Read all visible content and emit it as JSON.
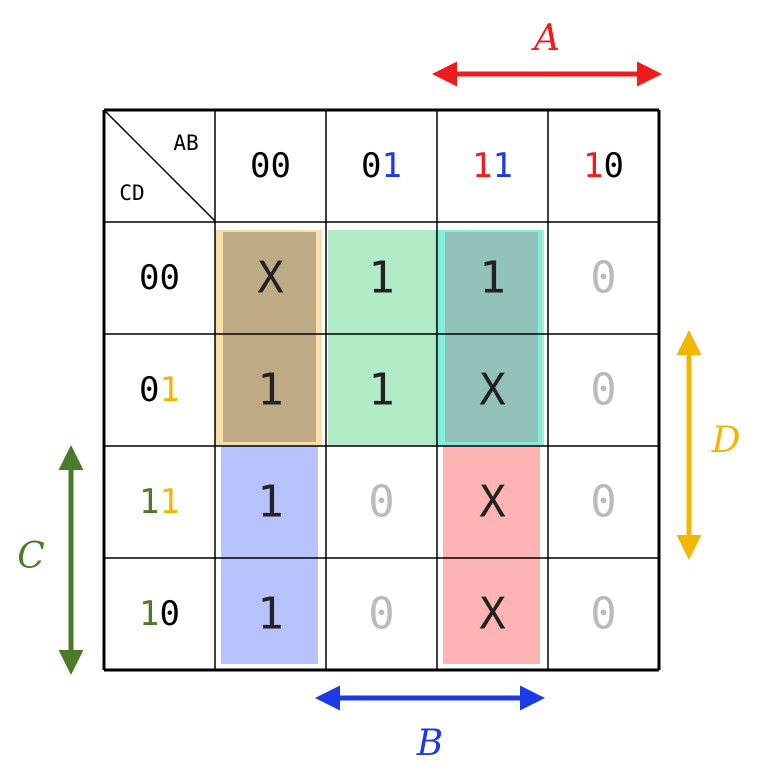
{
  "colors": {
    "A": "#ee1c1c",
    "B": "#1c3be6",
    "C": "#4a7a2a",
    "D": "#f2b705",
    "zero": "#bbbbbb",
    "grid": "#000000"
  },
  "corner": {
    "ab": "AB",
    "cd": "CD"
  },
  "col_headers": [
    {
      "parts": [
        {
          "t": "00",
          "c": "#000000"
        }
      ]
    },
    {
      "parts": [
        {
          "t": "0",
          "c": "#000000"
        },
        {
          "t": "1",
          "c": "#1c3be6"
        }
      ]
    },
    {
      "parts": [
        {
          "t": "1",
          "c": "#ee1c1c"
        },
        {
          "t": "1",
          "c": "#1c3be6"
        }
      ]
    },
    {
      "parts": [
        {
          "t": "1",
          "c": "#ee1c1c"
        },
        {
          "t": "0",
          "c": "#000000"
        }
      ]
    }
  ],
  "row_headers": [
    {
      "parts": [
        {
          "t": "00",
          "c": "#000000"
        }
      ]
    },
    {
      "parts": [
        {
          "t": "0",
          "c": "#000000"
        },
        {
          "t": "1",
          "c": "#f2b705"
        }
      ]
    },
    {
      "parts": [
        {
          "t": "1",
          "c": "#4a7a2a"
        },
        {
          "t": "1",
          "c": "#f2b705"
        }
      ]
    },
    {
      "parts": [
        {
          "t": "1",
          "c": "#4a7a2a"
        },
        {
          "t": "0",
          "c": "#000000"
        }
      ]
    }
  ],
  "cells": [
    [
      "X",
      "1",
      "1",
      "0"
    ],
    [
      "1",
      "1",
      "X",
      "0"
    ],
    [
      "1",
      "0",
      "X",
      "0"
    ],
    [
      "1",
      "0",
      "X",
      "0"
    ]
  ],
  "groups": [
    {
      "name": "group-yellow",
      "color": "#f5dc9e",
      "opacity": 0.9,
      "rows": [
        0,
        1
      ],
      "cols": [
        0,
        0
      ]
    },
    {
      "name": "group-green",
      "color": "#7fe0a0",
      "opacity": 0.6,
      "rows": [
        0,
        1
      ],
      "cols": [
        1,
        2
      ]
    },
    {
      "name": "group-cyan",
      "color": "#55f0f0",
      "opacity": 0.5,
      "rows": [
        0,
        1
      ],
      "cols": [
        2,
        2
      ]
    },
    {
      "name": "group-brown",
      "color": "#9a8870",
      "opacity": 0.6,
      "rows": [
        0,
        1
      ],
      "cols": [
        0,
        0
      ]
    },
    {
      "name": "group-gray",
      "color": "#9c9c9c",
      "opacity": 0.55,
      "rows": [
        0,
        1
      ],
      "cols": [
        2,
        2
      ]
    },
    {
      "name": "group-blue",
      "color": "#8899ff",
      "opacity": 0.6,
      "rows": [
        2,
        3
      ],
      "cols": [
        0,
        0
      ]
    },
    {
      "name": "group-red",
      "color": "#ff8a8a",
      "opacity": 0.65,
      "rows": [
        2,
        3
      ],
      "cols": [
        2,
        2
      ]
    }
  ],
  "arrow_labels": {
    "A": "A",
    "B": "B",
    "C": "C",
    "D": "D"
  }
}
